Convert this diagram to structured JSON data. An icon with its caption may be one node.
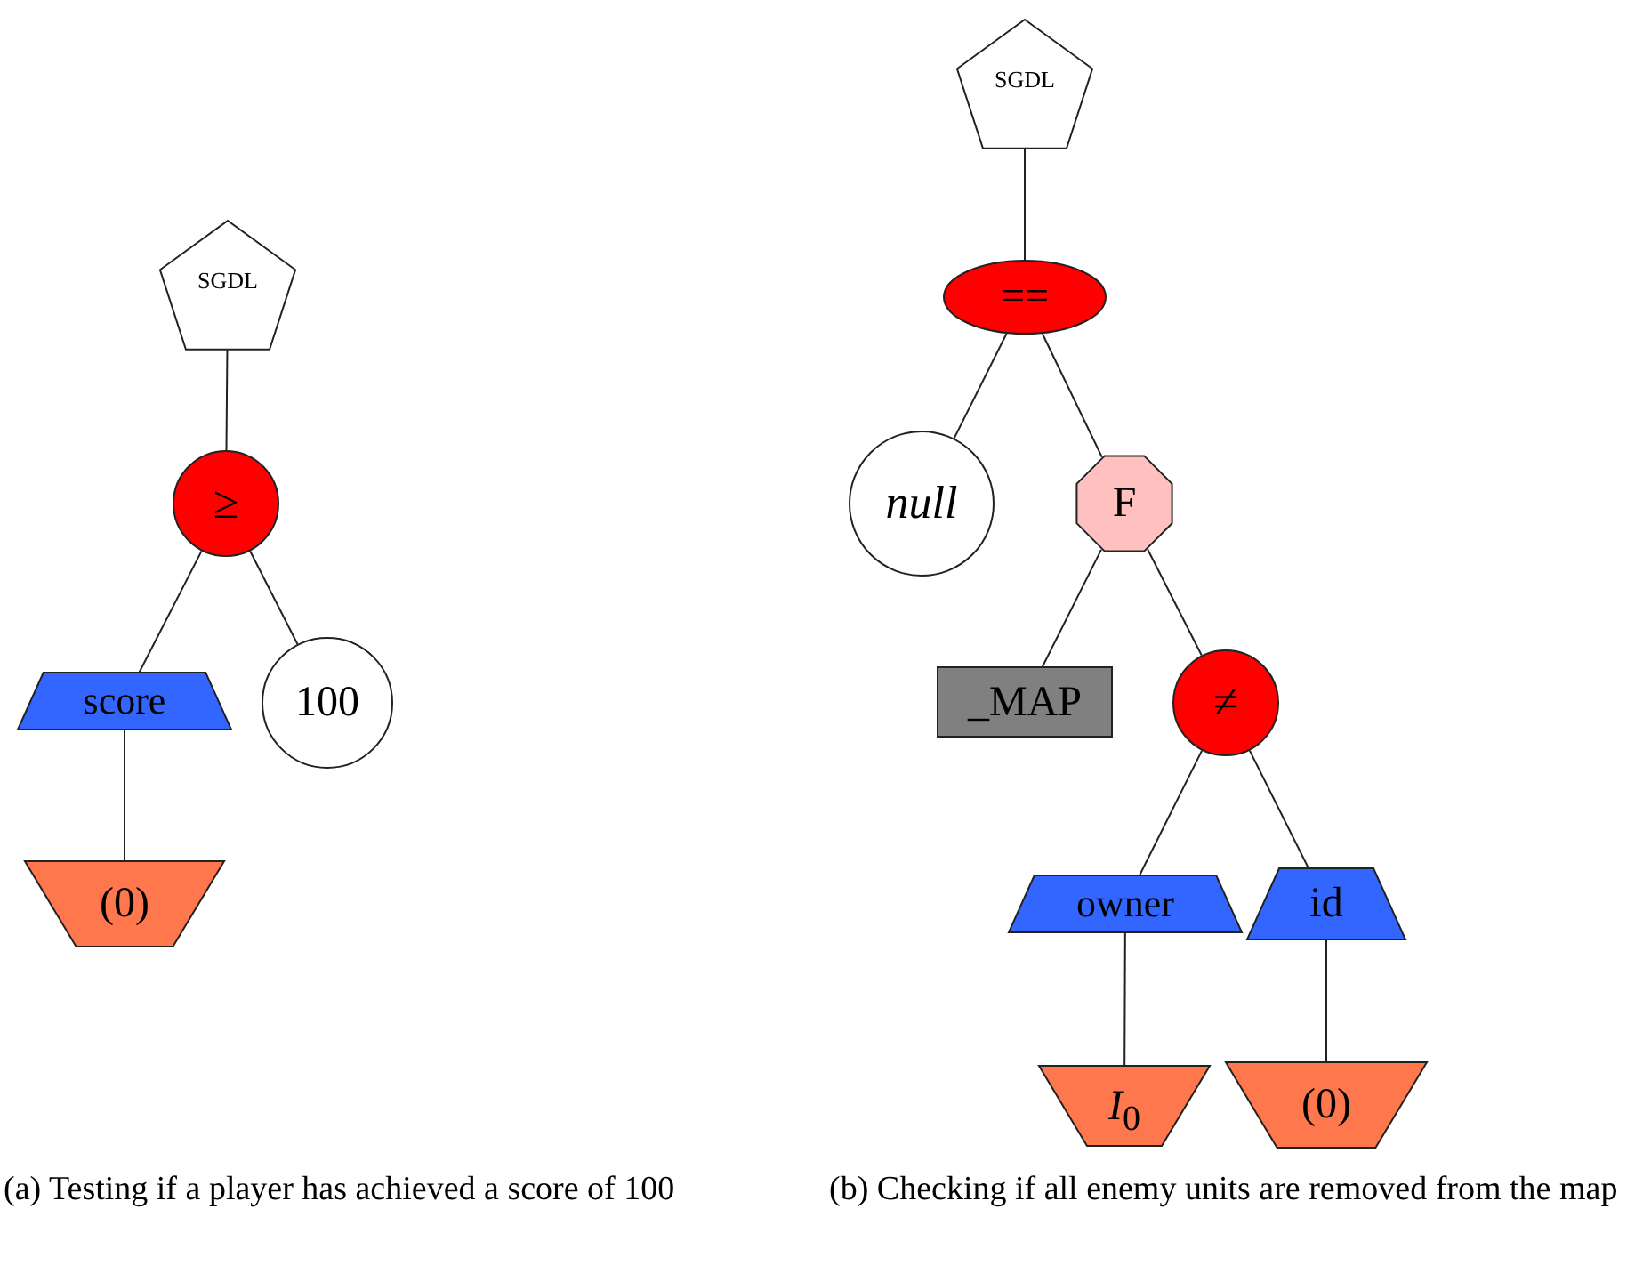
{
  "diagram": {
    "nodes": [
      {
        "text": [
          "SGDL"
        ]
      },
      {
        "text": [
          "≥"
        ]
      },
      {
        "text": [
          "score"
        ]
      },
      {
        "text": [
          "100"
        ]
      },
      {
        "text": [
          "(0)"
        ]
      },
      {
        "text": [
          "SGDL"
        ]
      },
      {
        "text": [
          "=="
        ]
      },
      {
        "text": [
          "null"
        ]
      },
      {
        "text": [
          "F"
        ]
      },
      {
        "text": [
          "_MAP"
        ]
      },
      {
        "text": [
          "≠"
        ]
      },
      {
        "text": [
          "owner"
        ]
      },
      {
        "text": [
          "id"
        ]
      },
      {
        "text": [
          "*I*$_{0}$"
        ]
      },
      {
        "text": [
          "(0)"
        ]
      }
    ],
    "edges": [
      {
        "from": 0,
        "to": 1,
        "arrow": "none"
      },
      {
        "from": 1,
        "to": 2,
        "arrow": "none"
      },
      {
        "from": 1,
        "to": 3,
        "arrow": "none"
      },
      {
        "from": 2,
        "to": 4,
        "arrow": "none"
      },
      {
        "from": 5,
        "to": 6,
        "arrow": "none"
      },
      {
        "from": 6,
        "to": 7,
        "arrow": "none"
      },
      {
        "from": 6,
        "to": 8,
        "arrow": "none"
      },
      {
        "from": 8,
        "to": 9,
        "arrow": "none"
      },
      {
        "from": 8,
        "to": 10,
        "arrow": "none"
      },
      {
        "from": 10,
        "to": 11,
        "arrow": "none"
      },
      {
        "from": 10,
        "to": 12,
        "arrow": "none"
      },
      {
        "from": 11,
        "to": 13,
        "arrow": "none"
      },
      {
        "from": 12,
        "to": 14,
        "arrow": "none"
      }
    ],
    "labels": [
      "(a) Testing if a player has achieved a score of 100",
      "(b) Checking if all enemy units are removed from the map"
    ]
  }
}
